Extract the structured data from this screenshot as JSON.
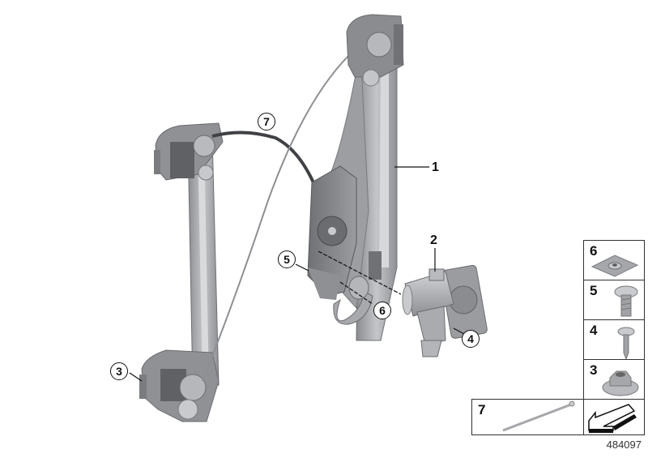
{
  "diagram": {
    "type": "exploded parts diagram",
    "subject": "Window regulator assembly with motor",
    "document_id": "484097",
    "callouts": [
      {
        "id": "1",
        "style": "plain",
        "label": "1"
      },
      {
        "id": "2",
        "style": "plain",
        "label": "2"
      },
      {
        "id": "3",
        "style": "circled",
        "label": "3"
      },
      {
        "id": "4",
        "style": "circled",
        "label": "4"
      },
      {
        "id": "5",
        "style": "circled",
        "label": "5"
      },
      {
        "id": "6",
        "style": "circled",
        "label": "6"
      },
      {
        "id": "7",
        "style": "circled",
        "label": "7"
      }
    ],
    "legend": [
      {
        "number": "6",
        "part": "square-plate-nut"
      },
      {
        "number": "5",
        "part": "machine-screw-with-washer-head"
      },
      {
        "number": "4",
        "part": "self-tapping-screw"
      },
      {
        "number": "3",
        "part": "flanged-hex-nut"
      },
      {
        "number": "7",
        "part": "cable-tie"
      },
      {
        "number": "",
        "part": "arrow-symbol"
      }
    ]
  },
  "colors": {
    "metal_dark": "#7d7f83",
    "metal_mid": "#a3a5a9",
    "metal_light": "#c9cbce",
    "line": "#111111",
    "border": "#333333"
  }
}
